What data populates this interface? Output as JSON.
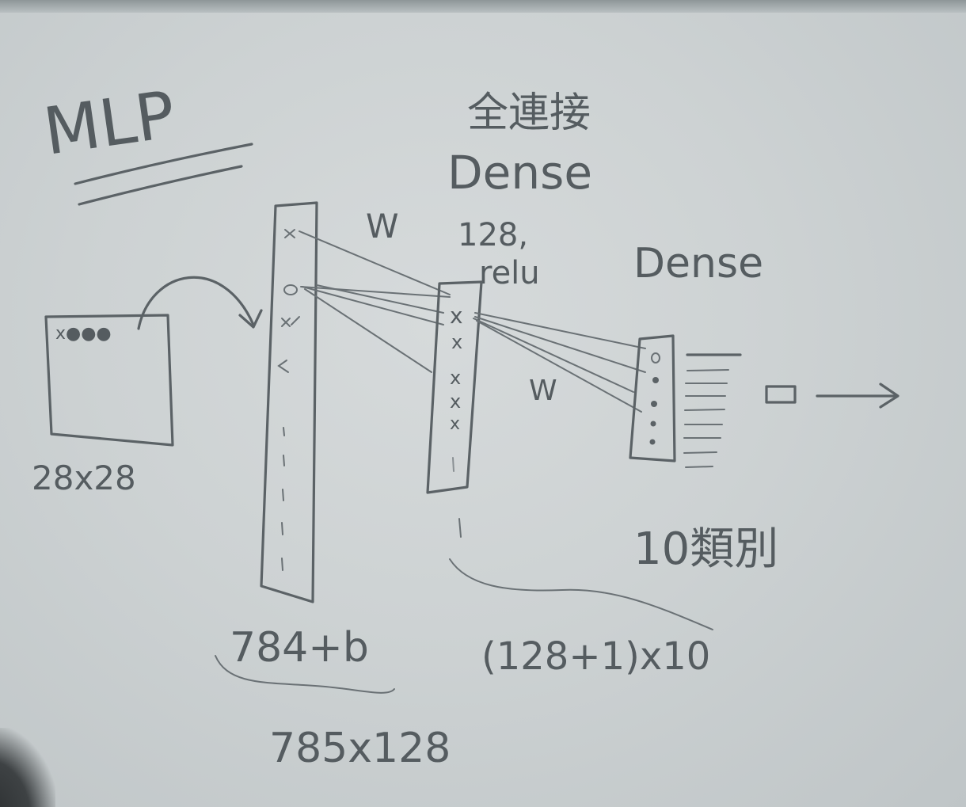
{
  "title": "MLP",
  "dense_cn": "全連接",
  "dense1_label": "Dense",
  "dense1_units": "128,",
  "dense1_activation": "relu",
  "dense2_label": "Dense",
  "weight_label_1": "W",
  "weight_label_2": "W",
  "input_size": "28x28",
  "flatten_size": "784+b",
  "param_count_1": "785x128",
  "param_count_2": "(128+1)x10",
  "output_classes": "10類別",
  "colors": {
    "ink": "#5b6266",
    "board": "#cdd2d3"
  }
}
